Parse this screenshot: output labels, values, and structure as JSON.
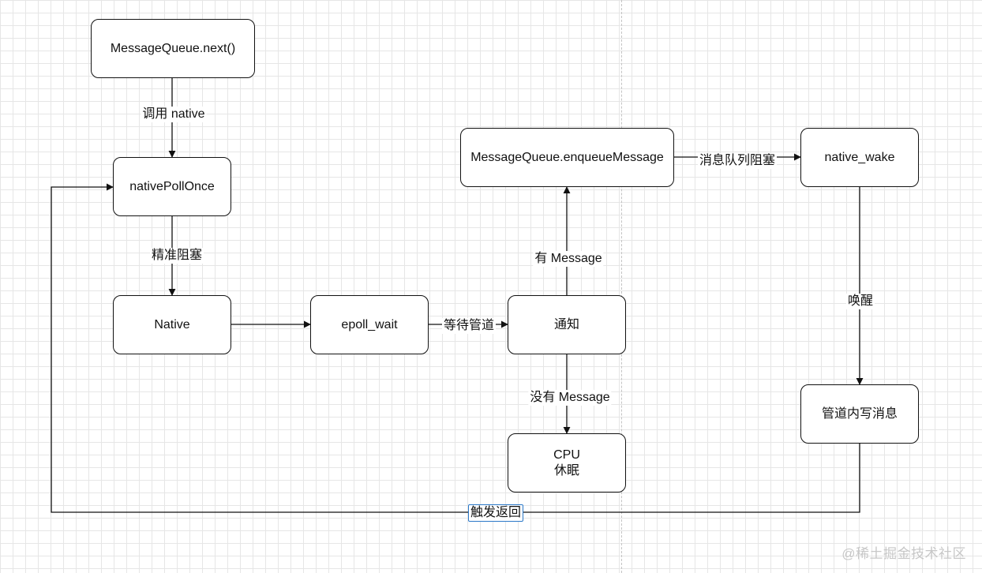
{
  "nodes": {
    "next": "MessageQueue.next()",
    "poll_once": "nativePollOnce",
    "native": "Native",
    "epoll_wait": "epoll_wait",
    "notify": "通知",
    "enqueue": "MessageQueue.enqueueMessage",
    "native_wake": "native_wake",
    "pipe_write": "管道内写消息",
    "cpu_sleep": "CPU\n休眠"
  },
  "edges": {
    "call_native": "调用 native",
    "precise_block": "精准阻塞",
    "wait_pipe": "等待管道",
    "has_message": "有 Message",
    "no_message": "没有 Message",
    "queue_blocked": "消息队列阻塞",
    "wake": "唤醒",
    "trigger_return": "触发返回"
  },
  "watermark": "@稀土掘金技术社区"
}
